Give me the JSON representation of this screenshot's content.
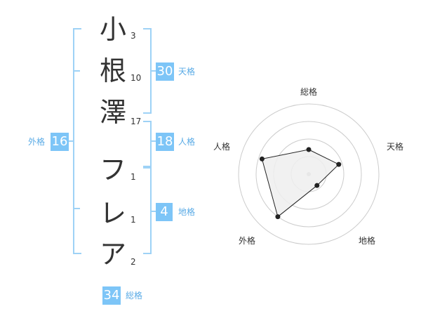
{
  "name_chars": [
    {
      "char": "小",
      "strokes": "3"
    },
    {
      "char": "根",
      "strokes": "10"
    },
    {
      "char": "澤",
      "strokes": "17"
    },
    {
      "char": "フ",
      "strokes": "1"
    },
    {
      "char": "レ",
      "strokes": "1"
    },
    {
      "char": "ア",
      "strokes": "2"
    }
  ],
  "kakusu": {
    "tenkaku": {
      "value": "30",
      "label": "天格"
    },
    "jinkaku": {
      "value": "18",
      "label": "人格"
    },
    "chikaku": {
      "value": "4",
      "label": "地格"
    },
    "gaikaku": {
      "value": "16",
      "label": "外格"
    },
    "soukaku": {
      "value": "34",
      "label": "総格"
    }
  },
  "chart_data": {
    "type": "radar",
    "axes": [
      "総格",
      "天格",
      "地格",
      "外格",
      "人格"
    ],
    "max": 4,
    "values": [
      1.4,
      1.8,
      0.8,
      3.0,
      2.8
    ],
    "grid_rings": 4,
    "colors": {
      "fill": "#eeeeee",
      "line": "#222222",
      "grid": "#cccccc",
      "badge": "#7dc5f7"
    }
  }
}
